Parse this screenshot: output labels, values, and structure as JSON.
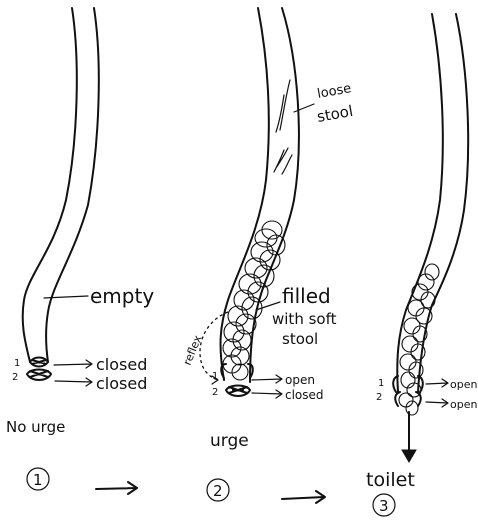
{
  "stage1": {
    "label_empty": "empty",
    "sphincter_num_1": "1",
    "sphincter_num_2": "2",
    "sphincter_1_state": "closed",
    "sphincter_2_state": "closed",
    "caption": "No urge",
    "step_number": "1"
  },
  "stage2": {
    "label_loose_line1": "loose",
    "label_loose_line2": "stool",
    "label_filled_line1": "filled",
    "label_filled_line2": "with soft",
    "label_filled_line3": "stool",
    "label_reflex": "reflex",
    "sphincter_num_1": "1",
    "sphincter_num_2": "2",
    "sphincter_1_state": "open",
    "sphincter_2_state": "closed",
    "caption": "urge",
    "step_number": "2"
  },
  "stage3": {
    "sphincter_num_1": "1",
    "sphincter_num_2": "2",
    "sphincter_1_state": "open",
    "sphincter_2_state": "open",
    "destination": "toilet",
    "step_number": "3"
  }
}
